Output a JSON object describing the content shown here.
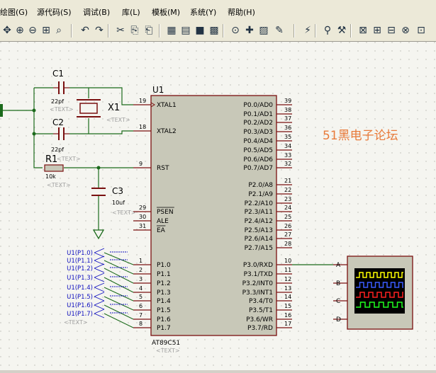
{
  "menu": [
    "绘图(G)",
    "源代码(S)",
    "调试(B)",
    "库(L)",
    "模板(M)",
    "系统(Y)",
    "帮助(H)"
  ],
  "toolbar_icons": [
    "pan-icon",
    "zoom-in-icon",
    "zoom-out-icon",
    "zoom-all-icon",
    "zoom-area-icon",
    "undo-icon",
    "redo-icon",
    "cut-icon",
    "copy-icon",
    "paste-icon",
    "block-copy-icon",
    "block-move-icon",
    "block-rotate-icon",
    "block-delete-icon",
    "pick-device-icon",
    "make-device-icon",
    "packaging-icon",
    "decompose-icon",
    "wire-autorouter-icon",
    "search-tag-icon",
    "property-assign-icon",
    "new-sheet-icon",
    "remove-sheet-icon",
    "bom-icon",
    "netlist-icon",
    "design-explorer-icon"
  ],
  "watermark": "51黑电子论坛",
  "chip": {
    "ref": "U1",
    "part": "AT89C51",
    "text_placeholder": "<TEXT>",
    "left_pins": [
      {
        "num": "19",
        "name": "XTAL1"
      },
      {
        "num": "18",
        "name": "XTAL2"
      },
      {
        "num": "9",
        "name": "RST"
      },
      {
        "num": "29",
        "name": "PSEN"
      },
      {
        "num": "30",
        "name": "ALE"
      },
      {
        "num": "31",
        "name": "EA"
      },
      {
        "num": "1",
        "name": "P1.0"
      },
      {
        "num": "2",
        "name": "P1.1"
      },
      {
        "num": "3",
        "name": "P1.2"
      },
      {
        "num": "4",
        "name": "P1.3"
      },
      {
        "num": "5",
        "name": "P1.4"
      },
      {
        "num": "6",
        "name": "P1.5"
      },
      {
        "num": "7",
        "name": "P1.6"
      },
      {
        "num": "8",
        "name": "P1.7"
      }
    ],
    "right_pins": [
      {
        "num": "39",
        "name": "P0.0/AD0"
      },
      {
        "num": "38",
        "name": "P0.1/AD1"
      },
      {
        "num": "37",
        "name": "P0.2/AD2"
      },
      {
        "num": "36",
        "name": "P0.3/AD3"
      },
      {
        "num": "35",
        "name": "P0.4/AD4"
      },
      {
        "num": "34",
        "name": "P0.5/AD5"
      },
      {
        "num": "33",
        "name": "P0.6/AD6"
      },
      {
        "num": "32",
        "name": "P0.7/AD7"
      },
      {
        "num": "21",
        "name": "P2.0/A8"
      },
      {
        "num": "22",
        "name": "P2.1/A9"
      },
      {
        "num": "23",
        "name": "P2.2/A10"
      },
      {
        "num": "24",
        "name": "P2.3/A11"
      },
      {
        "num": "25",
        "name": "P2.4/A12"
      },
      {
        "num": "26",
        "name": "P2.5/A13"
      },
      {
        "num": "27",
        "name": "P2.6/A14"
      },
      {
        "num": "28",
        "name": "P2.7/A15"
      },
      {
        "num": "10",
        "name": "P3.0/RXD"
      },
      {
        "num": "11",
        "name": "P3.1/TXD"
      },
      {
        "num": "12",
        "name": "P3.2/INT0"
      },
      {
        "num": "13",
        "name": "P3.3/INT1"
      },
      {
        "num": "14",
        "name": "P3.4/T0"
      },
      {
        "num": "15",
        "name": "P3.5/T1"
      },
      {
        "num": "16",
        "name": "P3.6/WR"
      },
      {
        "num": "17",
        "name": "P3.7/RD"
      }
    ]
  },
  "components": {
    "c1": {
      "ref": "C1",
      "value": "22pf",
      "text": "<TEXT>"
    },
    "c2": {
      "ref": "C2",
      "value": "22pf",
      "text": "<TEXT>"
    },
    "x1": {
      "ref": "X1",
      "text": "<TEXT>"
    },
    "r1": {
      "ref": "R1",
      "value": "10k",
      "text": "<TEXT>"
    },
    "c3": {
      "ref": "C3",
      "value": "10uf",
      "text": "<TEXT>"
    }
  },
  "probes": {
    "labels": [
      "U1(P1.0)",
      "U1(P1.1)",
      "U1(P1.2)",
      "U1(P1.3)",
      "U1(P1.4)",
      "U1(P1.5)",
      "U1(P1.6)",
      "U1(P1.7)"
    ],
    "text": "<TEXT>"
  },
  "oscilloscope": {
    "channels": [
      "A",
      "B",
      "C",
      "D"
    ],
    "trace_colors": [
      "#ffff00",
      "#3a5cff",
      "#ff2020",
      "#20ff20"
    ]
  }
}
